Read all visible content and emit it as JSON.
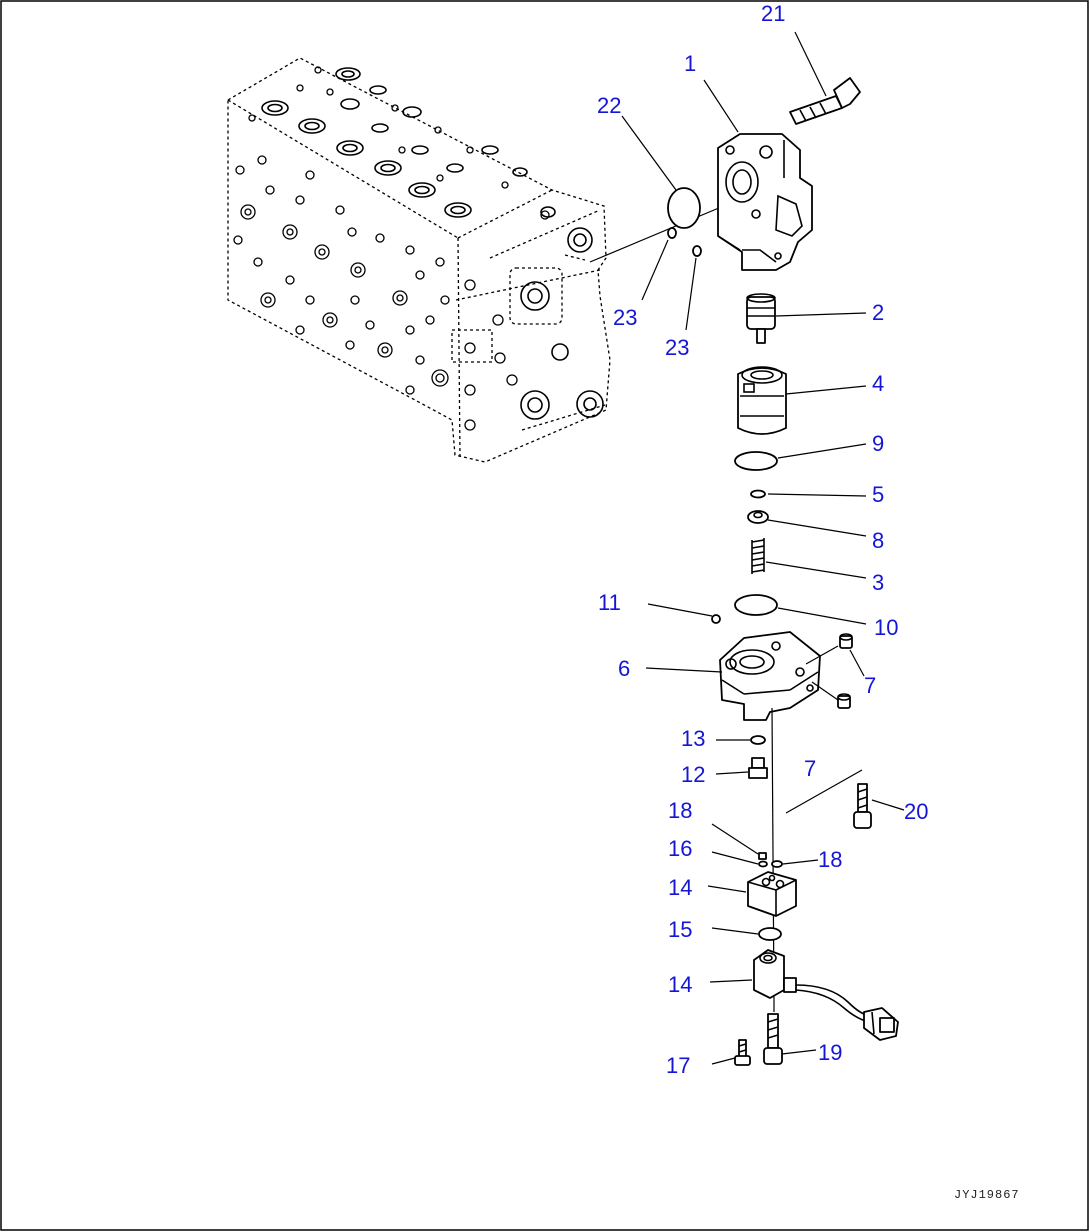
{
  "drawing_code": "JYJ19867",
  "callouts": {
    "c21": "21",
    "c1": "1",
    "c22": "22",
    "c23a": "23",
    "c23b": "23",
    "c2": "2",
    "c4": "4",
    "c9": "9",
    "c5": "5",
    "c8": "8",
    "c3": "3",
    "c11": "11",
    "c10": "10",
    "c6": "6",
    "c7a": "7",
    "c7b": "7",
    "c13": "13",
    "c12": "12",
    "c20": "20",
    "c18a": "18",
    "c16": "16",
    "c18b": "18",
    "c14a": "14",
    "c15": "15",
    "c14b": "14",
    "c17": "17",
    "c19": "19"
  },
  "colors": {
    "callout": "#1515d6",
    "line": "#000000",
    "background": "#ffffff"
  }
}
